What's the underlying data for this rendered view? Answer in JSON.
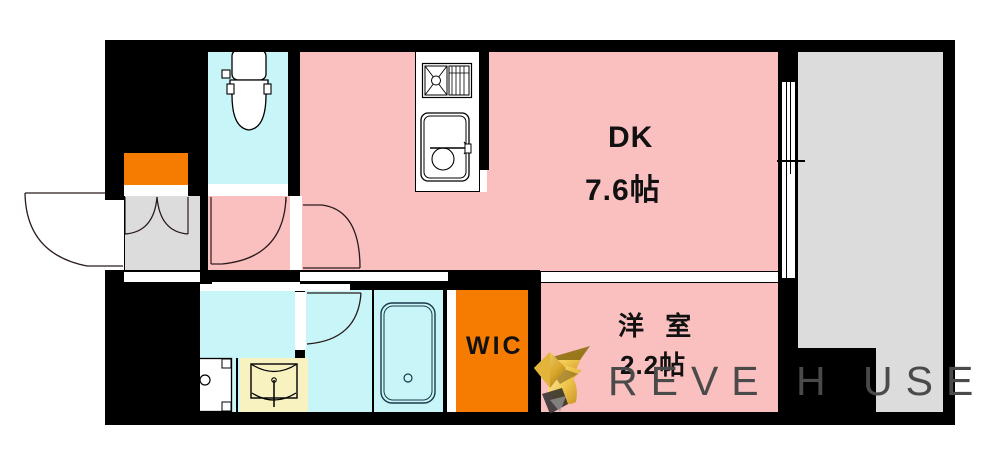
{
  "plan": {
    "type": "floor-plan",
    "style": "japanese-apartment-madori",
    "rooms": [
      {
        "id": "dk",
        "name": "DK",
        "size": "7.6帖",
        "size_value": 7.6,
        "unit": "帖"
      },
      {
        "id": "room",
        "name": "洋 室",
        "size": "2.2帖",
        "size_value": 2.2,
        "unit": "帖"
      },
      {
        "id": "wic",
        "name": "WIC",
        "size": "",
        "size_value": null,
        "unit": ""
      }
    ],
    "fixtures": [
      "toilet",
      "stove",
      "kitchen-sink",
      "bathtub",
      "washing-machine",
      "vanity-sink",
      "entry-door",
      "shoe-closet",
      "closet",
      "balcony",
      "sliding-door"
    ]
  },
  "labels": {
    "dk_name": "DK",
    "dk_size": "7.6帖",
    "room_name": "洋 室",
    "room_size": "2.2帖",
    "wic": "WIC"
  },
  "watermark": {
    "text": "REVE H   USE",
    "text_left": "REVE H",
    "text_right": "USE",
    "logo": "diamond-fan-logo"
  },
  "colors": {
    "wall": "#000000",
    "living_fill": "#fac0c0",
    "wet_fill": "#c8f5f8",
    "balcony_fill": "#dcdcdc",
    "closet_fill": "#f57c00",
    "vanity_fill": "#f7f2c0",
    "white": "#ffffff",
    "label_text": "#111111",
    "watermark_text": "#4a4a4a",
    "logo_gold": "#e8b93c"
  }
}
